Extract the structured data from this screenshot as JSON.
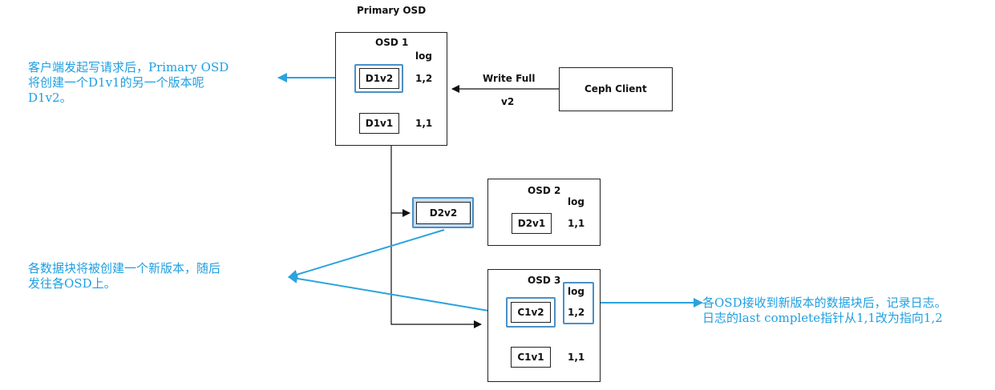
{
  "primary_label": "Primary OSD",
  "client": {
    "label": "Ceph Client"
  },
  "write": {
    "label": "Write Full",
    "version": "v2"
  },
  "osd1": {
    "title": "OSD 1",
    "log_label": "log",
    "objects": [
      {
        "name": "D1v2",
        "log": "1,2"
      },
      {
        "name": "D1v1",
        "log": "1,1"
      }
    ]
  },
  "osd2": {
    "title": "OSD 2",
    "log_label": "log",
    "objects": [
      {
        "name": "D2v1",
        "log": "1,1"
      }
    ],
    "incoming": "D2v2"
  },
  "osd3": {
    "title": "OSD 3",
    "log_label": "log",
    "objects": [
      {
        "name": "C1v2",
        "log": "1,2"
      },
      {
        "name": "C1v1",
        "log": "1,1"
      }
    ]
  },
  "notes": {
    "n1": [
      "客户端发起写请求后，Primary OSD",
      "将创建一个D1v1的另一个版本呢",
      "D1v2。"
    ],
    "n2": [
      "各数据块将被创建一个新版本，随后",
      "发往各OSD上。"
    ],
    "n3": [
      "各OSD接收到新版本的数据块后，记录日志。",
      "日志的last complete指针从1,1改为指向1,2"
    ]
  },
  "colors": {
    "annotation": "#1f9fe0",
    "highlight_border": "#4a90c8",
    "highlight_fill": "#c9ddf0"
  }
}
